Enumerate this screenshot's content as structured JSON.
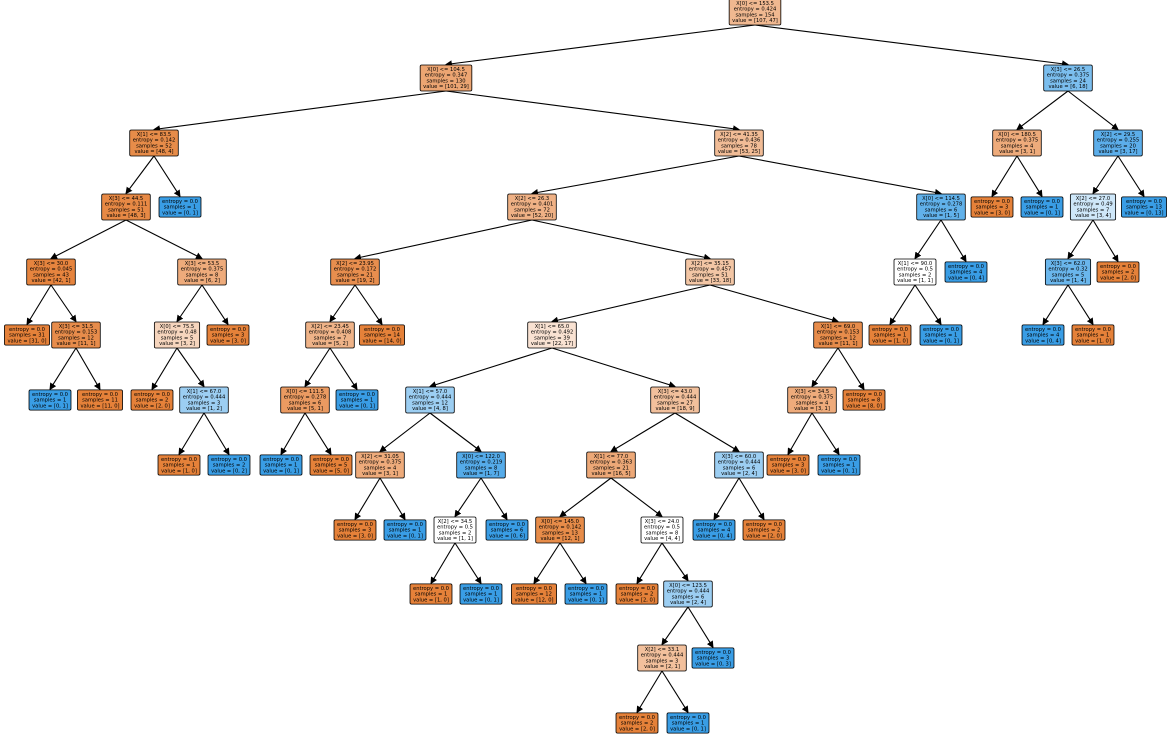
{
  "tree": {
    "colors": {
      "class0": "#e58139",
      "class1": "#399de5",
      "border": "#000000"
    },
    "nodes": [
      {
        "id": "n0",
        "lines": [
          "X[0] <= 153.5",
          "entropy = 0.424",
          "samples = 154",
          "value = [107, 47]"
        ],
        "value": [
          107,
          47
        ]
      },
      {
        "id": "n1",
        "parent": "n0",
        "lines": [
          "X[0] <= 104.5",
          "entropy = 0.347",
          "samples = 130",
          "value = [101, 29]"
        ],
        "value": [
          101,
          29
        ]
      },
      {
        "id": "n2",
        "parent": "n1",
        "lines": [
          "X[1] <= 83.5",
          "entropy = 0.142",
          "samples = 52",
          "value = [48, 4]"
        ],
        "value": [
          48,
          4
        ]
      },
      {
        "id": "n3",
        "parent": "n2",
        "lines": [
          "X[3] <= 44.5",
          "entropy = 0.111",
          "samples = 51",
          "value = [48, 3]"
        ],
        "value": [
          48,
          3
        ]
      },
      {
        "id": "n4",
        "parent": "n3",
        "lines": [
          "X[3] <= 30.0",
          "entropy = 0.045",
          "samples = 43",
          "value = [42, 1]"
        ],
        "value": [
          42,
          1
        ]
      },
      {
        "id": "n5",
        "parent": "n4",
        "lines": [
          "entropy = 0.0",
          "samples = 31",
          "value = [31, 0]"
        ],
        "value": [
          31,
          0
        ]
      },
      {
        "id": "n6",
        "parent": "n4",
        "lines": [
          "X[3] <= 31.5",
          "entropy = 0.153",
          "samples = 12",
          "value = [11, 1]"
        ],
        "value": [
          11,
          1
        ]
      },
      {
        "id": "n7",
        "parent": "n6",
        "lines": [
          "entropy = 0.0",
          "samples = 1",
          "value = [0, 1]"
        ],
        "value": [
          0,
          1
        ]
      },
      {
        "id": "n8",
        "parent": "n6",
        "lines": [
          "entropy = 0.0",
          "samples = 11",
          "value = [11, 0]"
        ],
        "value": [
          11,
          0
        ]
      },
      {
        "id": "n9",
        "parent": "n3",
        "lines": [
          "X[3] <= 53.5",
          "entropy = 0.375",
          "samples = 8",
          "value = [6, 2]"
        ],
        "value": [
          6,
          2
        ]
      },
      {
        "id": "n10",
        "parent": "n9",
        "lines": [
          "X[0] <= 75.5",
          "entropy = 0.48",
          "samples = 5",
          "value = [3, 2]"
        ],
        "value": [
          3,
          2
        ]
      },
      {
        "id": "n11",
        "parent": "n10",
        "lines": [
          "entropy = 0.0",
          "samples = 2",
          "value = [2, 0]"
        ],
        "value": [
          2,
          0
        ]
      },
      {
        "id": "n12",
        "parent": "n10",
        "lines": [
          "X[1] <= 67.0",
          "entropy = 0.444",
          "samples = 3",
          "value = [1, 2]"
        ],
        "value": [
          1,
          2
        ]
      },
      {
        "id": "n13",
        "parent": "n12",
        "lines": [
          "entropy = 0.0",
          "samples = 1",
          "value = [1, 0]"
        ],
        "value": [
          1,
          0
        ]
      },
      {
        "id": "n14",
        "parent": "n12",
        "lines": [
          "entropy = 0.0",
          "samples = 2",
          "value = [0, 2]"
        ],
        "value": [
          0,
          2
        ]
      },
      {
        "id": "n15",
        "parent": "n9",
        "lines": [
          "entropy = 0.0",
          "samples = 3",
          "value = [3, 0]"
        ],
        "value": [
          3,
          0
        ]
      },
      {
        "id": "n16",
        "parent": "n2",
        "lines": [
          "entropy = 0.0",
          "samples = 1",
          "value = [0, 1]"
        ],
        "value": [
          0,
          1
        ]
      },
      {
        "id": "n17",
        "parent": "n1",
        "lines": [
          "X[2] <= 41.35",
          "entropy = 0.436",
          "samples = 78",
          "value = [53, 25]"
        ],
        "value": [
          53,
          25
        ]
      },
      {
        "id": "n18",
        "parent": "n17",
        "lines": [
          "X[2] <= 26.3",
          "entropy = 0.401",
          "samples = 72",
          "value = [52, 20]"
        ],
        "value": [
          52,
          20
        ]
      },
      {
        "id": "n19",
        "parent": "n18",
        "lines": [
          "X[2] <= 23.95",
          "entropy = 0.172",
          "samples = 21",
          "value = [19, 2]"
        ],
        "value": [
          19,
          2
        ]
      },
      {
        "id": "n20",
        "parent": "n19",
        "lines": [
          "X[2] <= 23.45",
          "entropy = 0.408",
          "samples = 7",
          "value = [5, 2]"
        ],
        "value": [
          5,
          2
        ]
      },
      {
        "id": "n21",
        "parent": "n20",
        "lines": [
          "X[0] <= 111.5",
          "entropy = 0.278",
          "samples = 6",
          "value = [5, 1]"
        ],
        "value": [
          5,
          1
        ]
      },
      {
        "id": "n22",
        "parent": "n21",
        "lines": [
          "entropy = 0.0",
          "samples = 1",
          "value = [0, 1]"
        ],
        "value": [
          0,
          1
        ]
      },
      {
        "id": "n23",
        "parent": "n21",
        "lines": [
          "entropy = 0.0",
          "samples = 5",
          "value = [5, 0]"
        ],
        "value": [
          5,
          0
        ]
      },
      {
        "id": "n24",
        "parent": "n20",
        "lines": [
          "entropy = 0.0",
          "samples = 1",
          "value = [0, 1]"
        ],
        "value": [
          0,
          1
        ]
      },
      {
        "id": "n25",
        "parent": "n19",
        "lines": [
          "entropy = 0.0",
          "samples = 14",
          "value = [14, 0]"
        ],
        "value": [
          14,
          0
        ]
      },
      {
        "id": "n26",
        "parent": "n18",
        "lines": [
          "X[2] <= 35.15",
          "entropy = 0.457",
          "samples = 51",
          "value = [33, 18]"
        ],
        "value": [
          33,
          18
        ]
      },
      {
        "id": "n27",
        "parent": "n26",
        "lines": [
          "X[1] <= 65.0",
          "entropy = 0.492",
          "samples = 39",
          "value = [22, 17]"
        ],
        "value": [
          22,
          17
        ]
      },
      {
        "id": "n28",
        "parent": "n27",
        "lines": [
          "X[1] <= 57.0",
          "entropy = 0.444",
          "samples = 12",
          "value = [4, 8]"
        ],
        "value": [
          4,
          8
        ]
      },
      {
        "id": "n29",
        "parent": "n28",
        "lines": [
          "X[2] <= 31.05",
          "entropy = 0.375",
          "samples = 4",
          "value = [3, 1]"
        ],
        "value": [
          3,
          1
        ]
      },
      {
        "id": "n30",
        "parent": "n29",
        "lines": [
          "entropy = 0.0",
          "samples = 3",
          "value = [3, 0]"
        ],
        "value": [
          3,
          0
        ]
      },
      {
        "id": "n31",
        "parent": "n29",
        "lines": [
          "entropy = 0.0",
          "samples = 1",
          "value = [0, 1]"
        ],
        "value": [
          0,
          1
        ]
      },
      {
        "id": "n32",
        "parent": "n28",
        "lines": [
          "X[0] <= 122.0",
          "entropy = 0.219",
          "samples = 8",
          "value = [1, 7]"
        ],
        "value": [
          1,
          7
        ]
      },
      {
        "id": "n33",
        "parent": "n32",
        "lines": [
          "X[2] <= 34.5",
          "entropy = 0.5",
          "samples = 2",
          "value = [1, 1]"
        ],
        "value": [
          1,
          1
        ]
      },
      {
        "id": "n34",
        "parent": "n33",
        "lines": [
          "entropy = 0.0",
          "samples = 1",
          "value = [1, 0]"
        ],
        "value": [
          1,
          0
        ]
      },
      {
        "id": "n35",
        "parent": "n33",
        "lines": [
          "entropy = 0.0",
          "samples = 1",
          "value = [0, 1]"
        ],
        "value": [
          0,
          1
        ]
      },
      {
        "id": "n36",
        "parent": "n32",
        "lines": [
          "entropy = 0.0",
          "samples = 6",
          "value = [0, 6]"
        ],
        "value": [
          0,
          6
        ]
      },
      {
        "id": "n37",
        "parent": "n27",
        "lines": [
          "X[3] <= 43.0",
          "entropy = 0.444",
          "samples = 27",
          "value = [18, 9]"
        ],
        "value": [
          18,
          9
        ]
      },
      {
        "id": "n38",
        "parent": "n37",
        "lines": [
          "X[1] <= 77.0",
          "entropy = 0.363",
          "samples = 21",
          "value = [16, 5]"
        ],
        "value": [
          16,
          5
        ]
      },
      {
        "id": "n39",
        "parent": "n38",
        "lines": [
          "X[0] <= 145.0",
          "entropy = 0.142",
          "samples = 13",
          "value = [12, 1]"
        ],
        "value": [
          12,
          1
        ]
      },
      {
        "id": "n40",
        "parent": "n39",
        "lines": [
          "entropy = 0.0",
          "samples = 12",
          "value = [12, 0]"
        ],
        "value": [
          12,
          0
        ]
      },
      {
        "id": "n41",
        "parent": "n39",
        "lines": [
          "entropy = 0.0",
          "samples = 1",
          "value = [0, 1]"
        ],
        "value": [
          0,
          1
        ]
      },
      {
        "id": "n42",
        "parent": "n38",
        "lines": [
          "X[3] <= 24.0",
          "entropy = 0.5",
          "samples = 8",
          "value = [4, 4]"
        ],
        "value": [
          4,
          4
        ]
      },
      {
        "id": "n43",
        "parent": "n42",
        "lines": [
          "entropy = 0.0",
          "samples = 2",
          "value = [2, 0]"
        ],
        "value": [
          2,
          0
        ]
      },
      {
        "id": "n44",
        "parent": "n42",
        "lines": [
          "X[0] <= 123.5",
          "entropy = 0.444",
          "samples = 6",
          "value = [2, 4]"
        ],
        "value": [
          2,
          4
        ]
      },
      {
        "id": "n45",
        "parent": "n44",
        "lines": [
          "X[2] <= 33.1",
          "entropy = 0.444",
          "samples = 3",
          "value = [2, 1]"
        ],
        "value": [
          2,
          1
        ]
      },
      {
        "id": "n46",
        "parent": "n45",
        "lines": [
          "entropy = 0.0",
          "samples = 2",
          "value = [2, 0]"
        ],
        "value": [
          2,
          0
        ]
      },
      {
        "id": "n47",
        "parent": "n45",
        "lines": [
          "entropy = 0.0",
          "samples = 1",
          "value = [0, 1]"
        ],
        "value": [
          0,
          1
        ]
      },
      {
        "id": "n48",
        "parent": "n44",
        "lines": [
          "entropy = 0.0",
          "samples = 3",
          "value = [0, 3]"
        ],
        "value": [
          0,
          3
        ]
      },
      {
        "id": "n49",
        "parent": "n37",
        "lines": [
          "X[3] <= 60.0",
          "entropy = 0.444",
          "samples = 6",
          "value = [2, 4]"
        ],
        "value": [
          2,
          4
        ]
      },
      {
        "id": "n50",
        "parent": "n49",
        "lines": [
          "entropy = 0.0",
          "samples = 4",
          "value = [0, 4]"
        ],
        "value": [
          0,
          4
        ]
      },
      {
        "id": "n51",
        "parent": "n49",
        "lines": [
          "entropy = 0.0",
          "samples = 2",
          "value = [2, 0]"
        ],
        "value": [
          2,
          0
        ]
      },
      {
        "id": "n52",
        "parent": "n26",
        "lines": [
          "X[1] <= 69.0",
          "entropy = 0.153",
          "samples = 12",
          "value = [11, 1]"
        ],
        "value": [
          11,
          1
        ]
      },
      {
        "id": "n53",
        "parent": "n52",
        "lines": [
          "X[3] <= 34.5",
          "entropy = 0.375",
          "samples = 4",
          "value = [3, 1]"
        ],
        "value": [
          3,
          1
        ]
      },
      {
        "id": "n54",
        "parent": "n53",
        "lines": [
          "entropy = 0.0",
          "samples = 3",
          "value = [3, 0]"
        ],
        "value": [
          3,
          0
        ]
      },
      {
        "id": "n55",
        "parent": "n53",
        "lines": [
          "entropy = 0.0",
          "samples = 1",
          "value = [0, 1]"
        ],
        "value": [
          0,
          1
        ]
      },
      {
        "id": "n56",
        "parent": "n52",
        "lines": [
          "entropy = 0.0",
          "samples = 8",
          "value = [8, 0]"
        ],
        "value": [
          8,
          0
        ]
      },
      {
        "id": "n57",
        "parent": "n17",
        "lines": [
          "X[0] <= 114.5",
          "entropy = 0.278",
          "samples = 6",
          "value = [1, 5]"
        ],
        "value": [
          1,
          5
        ]
      },
      {
        "id": "n58",
        "parent": "n57",
        "lines": [
          "X[1] <= 90.0",
          "entropy = 0.5",
          "samples = 2",
          "value = [1, 1]"
        ],
        "value": [
          1,
          1
        ]
      },
      {
        "id": "n59",
        "parent": "n58",
        "lines": [
          "entropy = 0.0",
          "samples = 1",
          "value = [1, 0]"
        ],
        "value": [
          1,
          0
        ]
      },
      {
        "id": "n60",
        "parent": "n58",
        "lines": [
          "entropy = 0.0",
          "samples = 1",
          "value = [0, 1]"
        ],
        "value": [
          0,
          1
        ]
      },
      {
        "id": "n61",
        "parent": "n57",
        "lines": [
          "entropy = 0.0",
          "samples = 4",
          "value = [0, 4]"
        ],
        "value": [
          0,
          4
        ]
      },
      {
        "id": "n62",
        "parent": "n0",
        "lines": [
          "X[3] <= 26.5",
          "entropy = 0.375",
          "samples = 24",
          "value = [6, 18]"
        ],
        "value": [
          6,
          18
        ]
      },
      {
        "id": "n63",
        "parent": "n62",
        "lines": [
          "X[0] <= 180.5",
          "entropy = 0.375",
          "samples = 4",
          "value = [3, 1]"
        ],
        "value": [
          3,
          1
        ]
      },
      {
        "id": "n64",
        "parent": "n63",
        "lines": [
          "entropy = 0.0",
          "samples = 3",
          "value = [3, 0]"
        ],
        "value": [
          3,
          0
        ]
      },
      {
        "id": "n65",
        "parent": "n63",
        "lines": [
          "entropy = 0.0",
          "samples = 1",
          "value = [0, 1]"
        ],
        "value": [
          0,
          1
        ]
      },
      {
        "id": "n66",
        "parent": "n62",
        "lines": [
          "X[2] <= 29.5",
          "entropy = 0.255",
          "samples = 20",
          "value = [3, 17]"
        ],
        "value": [
          3,
          17
        ]
      },
      {
        "id": "n67",
        "parent": "n66",
        "lines": [
          "X[2] <= 27.0",
          "entropy = 0.49",
          "samples = 7",
          "value = [3, 4]"
        ],
        "value": [
          3,
          4
        ]
      },
      {
        "id": "n68",
        "parent": "n67",
        "lines": [
          "X[3] <= 62.0",
          "entropy = 0.32",
          "samples = 5",
          "value = [1, 4]"
        ],
        "value": [
          1,
          4
        ]
      },
      {
        "id": "n69",
        "parent": "n68",
        "lines": [
          "entropy = 0.0",
          "samples = 4",
          "value = [0, 4]"
        ],
        "value": [
          0,
          4
        ]
      },
      {
        "id": "n70",
        "parent": "n68",
        "lines": [
          "entropy = 0.0",
          "samples = 1",
          "value = [1, 0]"
        ],
        "value": [
          1,
          0
        ]
      },
      {
        "id": "n71",
        "parent": "n67",
        "lines": [
          "entropy = 0.0",
          "samples = 2",
          "value = [2, 0]"
        ],
        "value": [
          2,
          0
        ]
      },
      {
        "id": "n72",
        "parent": "n66",
        "lines": [
          "entropy = 0.0",
          "samples = 13",
          "value = [0, 13]"
        ],
        "value": [
          0,
          13
        ]
      }
    ]
  }
}
